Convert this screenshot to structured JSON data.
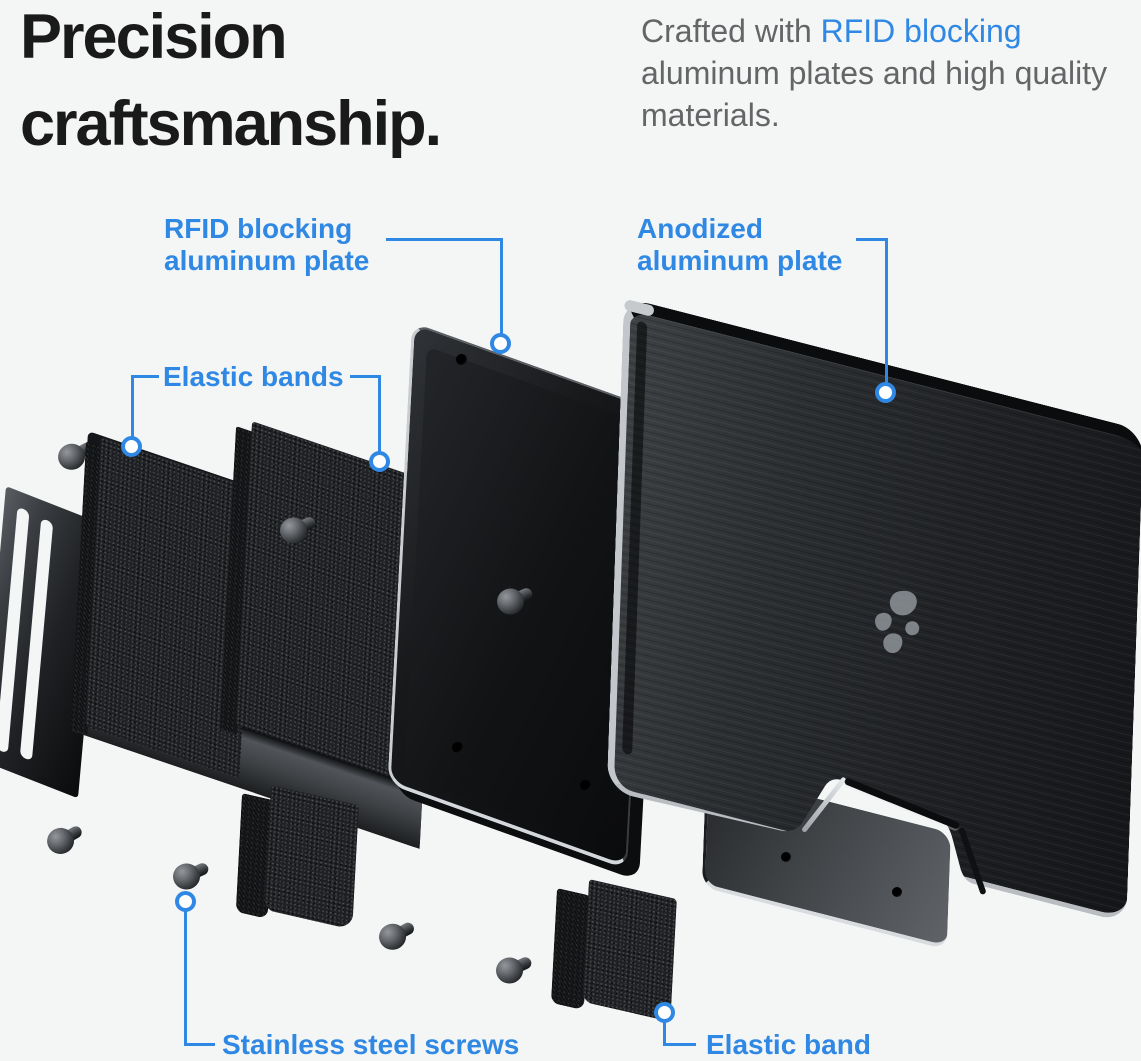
{
  "palette": {
    "background": "#f4f5f5",
    "accent": "#2f88e4",
    "heading_text": "#1a1a1a",
    "body_text": "#646567",
    "plate_black": "#141619",
    "metal_silver": "#c7cbcf"
  },
  "heading": {
    "line1": "Precision",
    "line2": "craftsmanship."
  },
  "intro": {
    "prefix": "Crafted with ",
    "highlight": "RFID blocking",
    "suffix": " aluminum plates and high quality materials."
  },
  "callouts": {
    "rfid_plate": {
      "line1": "RFID blocking",
      "line2": "aluminum plate"
    },
    "anodized_plate": {
      "line1": "Anodized",
      "line2": "aluminum plate"
    },
    "elastic_bands": {
      "label": "Elastic bands"
    },
    "steel_screws": {
      "label": "Stainless steel screws"
    },
    "elastic_band": {
      "label": "Elastic band"
    }
  },
  "diagram": {
    "brand_logo_icon": "spigen-logo"
  }
}
